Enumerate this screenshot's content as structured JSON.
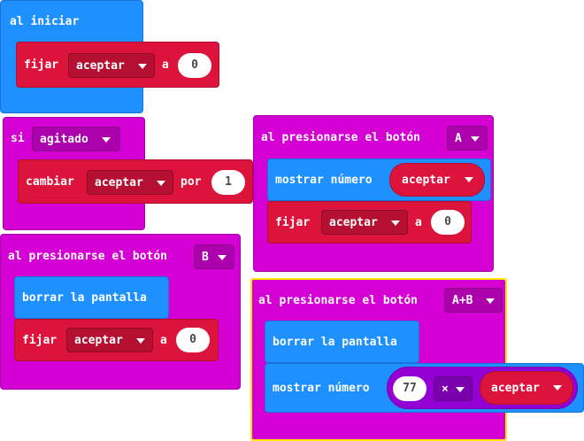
{
  "colors": {
    "basic": "#1e90ff",
    "input": "#d400d4",
    "variables": "#dc143c",
    "math": "#9400d3",
    "selected": "#ffea00"
  },
  "on_start": {
    "label": "al iniciar",
    "set_block": {
      "label": "fijar",
      "variable": "aceptar",
      "to": "a",
      "value": "0"
    }
  },
  "on_shake": {
    "label": "si",
    "gesture": "agitado",
    "change_block": {
      "label": "cambiar",
      "variable": "aceptar",
      "by": "por",
      "value": "1"
    }
  },
  "on_button_a": {
    "label": "al presionarse el botón",
    "button": "A",
    "show_number": {
      "label": "mostrar número",
      "variable": "aceptar"
    },
    "set_block": {
      "label": "fijar",
      "variable": "aceptar",
      "to": "a",
      "value": "0"
    }
  },
  "on_button_b": {
    "label": "al presionarse el botón",
    "button": "B",
    "clear_screen": {
      "label": "borrar la pantalla"
    },
    "set_block": {
      "label": "fijar",
      "variable": "aceptar",
      "to": "a",
      "value": "0"
    }
  },
  "on_button_ab": {
    "label": "al presionarse el botón",
    "button": "A+B",
    "clear_screen": {
      "label": "borrar la pantalla"
    },
    "show_number": {
      "label": "mostrar número",
      "left": "77",
      "operator": "×",
      "variable": "aceptar"
    }
  },
  "icons": [
    "dropdown-caret-icon"
  ]
}
